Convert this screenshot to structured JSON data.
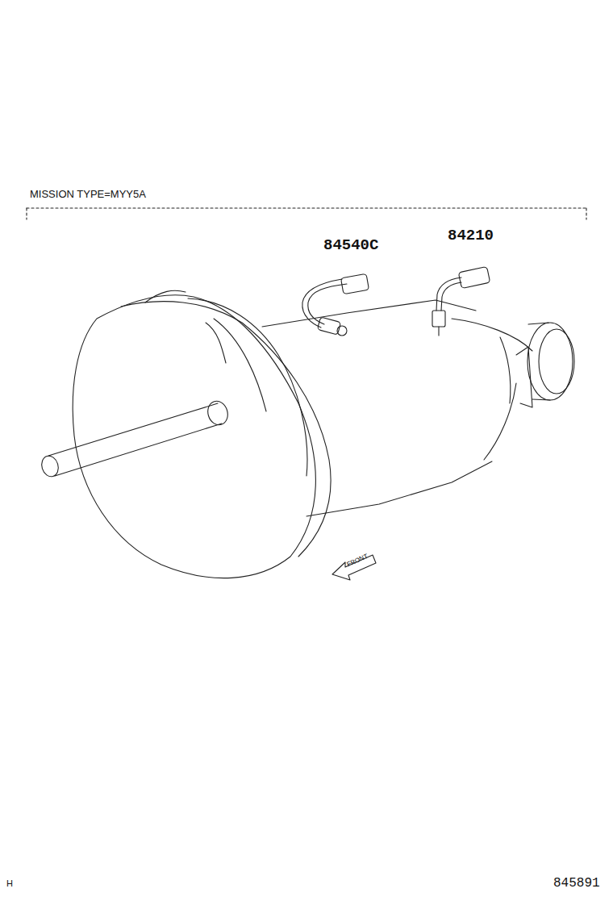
{
  "diagram": {
    "labels": [
      "MISSION TYPE=MYY5A",
      "84540C",
      "84210",
      "FRONT",
      "H",
      "845891"
    ]
  }
}
